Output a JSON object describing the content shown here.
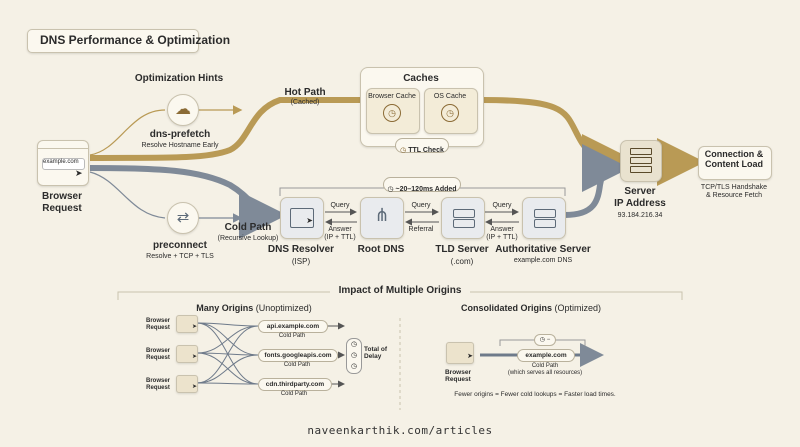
{
  "title": "DNS Performance & Optimization",
  "browser": {
    "url": "example.com",
    "label": "Browser\nRequest"
  },
  "hints": {
    "heading": "Optimization Hints",
    "prefetch": {
      "name": "dns-prefetch",
      "desc": "Resolve Hostname Early"
    },
    "preconnect": {
      "name": "preconnect",
      "desc": "Resolve + TCP + TLS"
    }
  },
  "hot_path": {
    "title": "Hot Path",
    "sub": "(Cached)"
  },
  "caches": {
    "title": "Caches",
    "browser_cache": "Browser Cache",
    "os_cache": "OS Cache",
    "ttl": "TTL Check"
  },
  "cold_path": {
    "title": "Cold Path",
    "sub": "(Recursive Lookup)",
    "added": "~20–120ms Added"
  },
  "resolver": {
    "title": "DNS Resolver",
    "sub": "(ISP)"
  },
  "root": {
    "title": "Root DNS"
  },
  "tld": {
    "title": "TLD Server",
    "sub": "(.com)"
  },
  "auth": {
    "title": "Authoritative Server",
    "sub": "example.com DNS"
  },
  "edges": {
    "query": "Query",
    "answer": "Answer\n(IP + TTL)",
    "referral": "Referral"
  },
  "server": {
    "title": "Server\nIP Address",
    "ip": "93.184.216.34"
  },
  "connection": {
    "title": "Connection &\nContent Load",
    "sub": "TCP/TLS Handshake\n& Resource Fetch"
  },
  "impact": {
    "heading": "Impact of Multiple Origins",
    "many": {
      "title": "Many Origins",
      "qualifier": "(Unoptimized)"
    },
    "consolidated": {
      "title": "Consolidated Origins",
      "qualifier": "(Optimized)"
    },
    "browser_label": "Browser\nRequest",
    "origins": [
      "api.example.com",
      "fonts.googleapis.com",
      "cdn.thirdparty.com"
    ],
    "cold_path": "Cold Path",
    "total_delay": "Total of\nDelay",
    "single_origin": "example.com",
    "single_sub": "Cold Path\n(which serves all resources)",
    "single_timer": "−",
    "summary": "Fewer origins = Fewer cold lookups = Faster load times."
  },
  "footer": "naveenkarthik.com/articles",
  "colors": {
    "gold": "#b99a55",
    "slate": "#7f8a98",
    "bg": "#f5f1e6",
    "dark": "#2b2b2b"
  }
}
